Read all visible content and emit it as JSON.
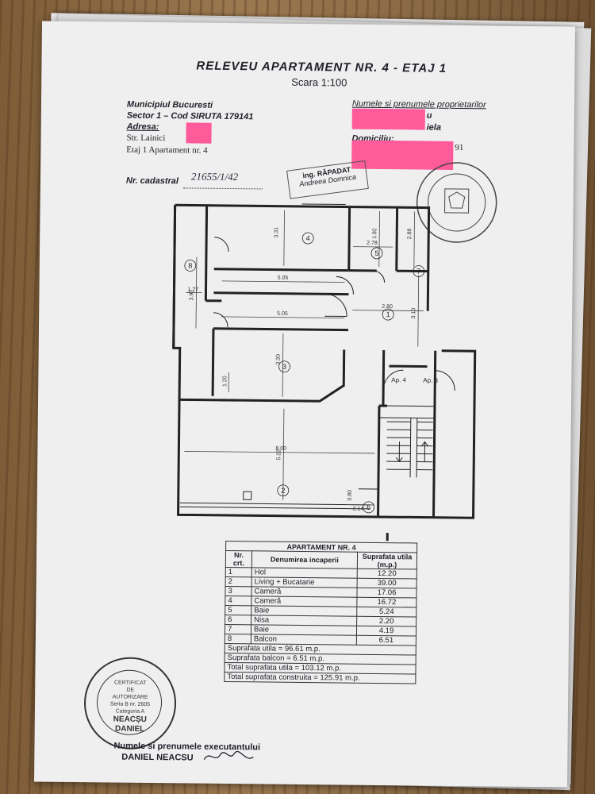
{
  "header": {
    "title": "RELEVEU APARTAMENT NR. 4 - ETAJ 1",
    "scale": "Scara 1:100"
  },
  "location": {
    "municipality": "Municipiul Bucuresti",
    "sector": "Sector 1 – Cod SIRUTA 179141",
    "address_label": "Adresa:",
    "street": "Str. Lainici",
    "floor_apartment": "Etaj 1 Apartament nr. 4"
  },
  "owners": {
    "label": "Numele si prenumele proprietarilor",
    "name_fragment_1": "u",
    "name_fragment_2": "iela",
    "domicile_label": "Domiciliu:",
    "domicile_fragment": "91"
  },
  "cadastral": {
    "label": "Nr. cadastral",
    "value": "21655/1/42"
  },
  "stamps": {
    "receipt_top": "ing. RĂPADAT",
    "receipt_name": "Andreea Domnica",
    "cert_line1": "CERTIFICAT",
    "cert_line2": "DE",
    "cert_line3": "AUTORIZARE",
    "cert_series": "Seria B nr. 2605",
    "cert_category": "Categoria A",
    "cert_name1": "NEACȘU",
    "cert_name2": "DANIEL"
  },
  "plan": {
    "room_numbers": [
      "1",
      "2",
      "3",
      "4",
      "5",
      "6",
      "7",
      "8"
    ],
    "dimensions": {
      "d505_top": "5.05",
      "d505_mid": "5.05",
      "d278": "2.78",
      "d280": "2.80",
      "d331": "3.31",
      "d192": "1.92",
      "d288": "2.88",
      "d310": "3.10",
      "d330": "3.30",
      "d127": "1.27",
      "d397": "3.97",
      "d120": "1.20",
      "d800": "8.00",
      "d522": "5.22",
      "d214": "2.14",
      "d080": "0.80"
    },
    "neighbor_ap4": "Ap. 4",
    "neighbor_ap3": "Ap. 3"
  },
  "legend": {
    "title": "APARTAMENT NR. 4",
    "col_nr": "Nr. crt.",
    "col_name": "Denumirea incaperii",
    "col_area": "Suprafata utila (m.p.)",
    "rows": [
      {
        "nr": "1",
        "name": "Hol",
        "area": "12.20"
      },
      {
        "nr": "2",
        "name": "Living + Bucatarie",
        "area": "39.00"
      },
      {
        "nr": "3",
        "name": "Cameră",
        "area": "17.06"
      },
      {
        "nr": "4",
        "name": "Cameră",
        "area": "16.72"
      },
      {
        "nr": "5",
        "name": "Baie",
        "area": "5.24"
      },
      {
        "nr": "6",
        "name": "Nisa",
        "area": "2.20"
      },
      {
        "nr": "7",
        "name": "Baie",
        "area": "4.19"
      },
      {
        "nr": "8",
        "name": "Balcon",
        "area": "6.51"
      }
    ],
    "summary": [
      "Suprafata utila = 96.61 m.p.",
      "Suprafata balcon = 6.51 m.p.",
      "Total suprafata utila = 103.12 m.p.",
      "Total suprafata construita = 125.91 m.p."
    ]
  },
  "footer": {
    "executant_label": "Numele si prenumele executantului",
    "executant_name": "DANIEL NEACSU"
  },
  "colors": {
    "redaction": "#ff5a9a",
    "ink": "#1e1e28",
    "paper": "#efefef"
  }
}
